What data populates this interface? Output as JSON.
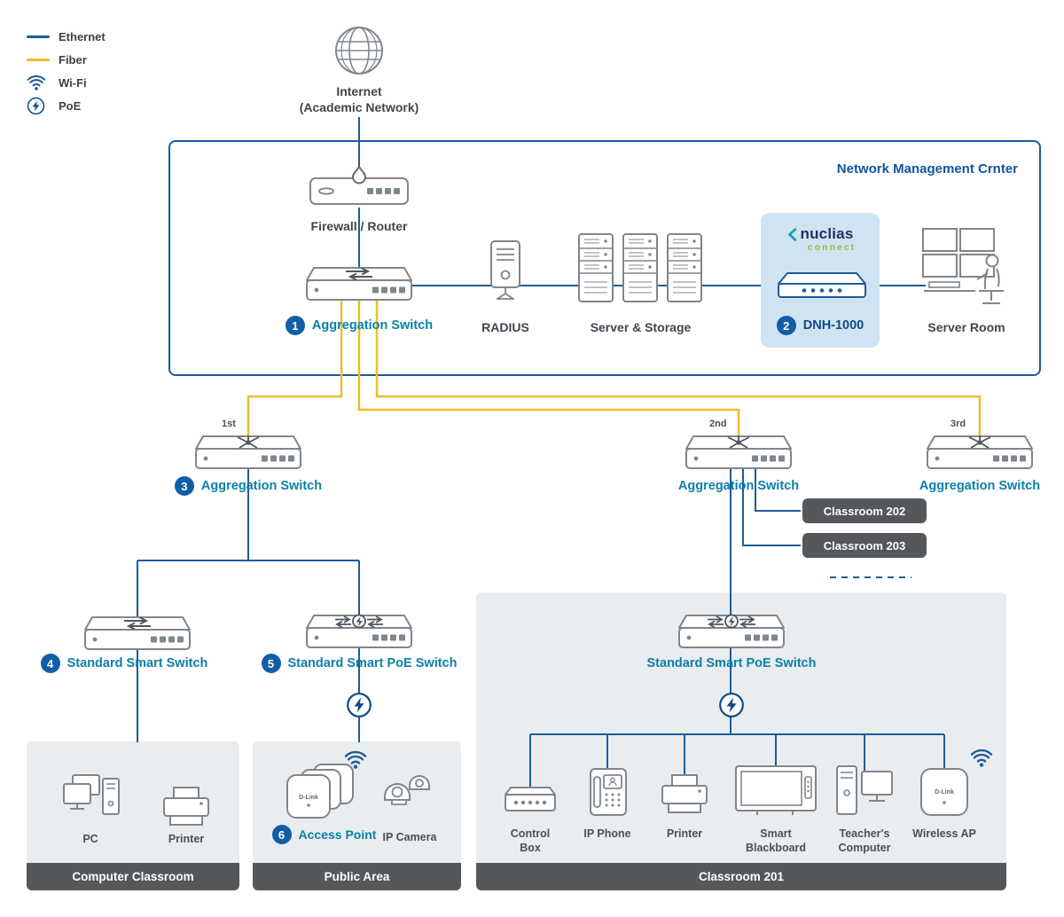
{
  "legend": {
    "items": [
      {
        "label": "Ethernet"
      },
      {
        "label": "Fiber"
      },
      {
        "label": "Wi-Fi"
      },
      {
        "label": "PoE"
      }
    ]
  },
  "internet": {
    "line1": "Internet",
    "line2": "(Academic Network)"
  },
  "nmc": {
    "title": "Network Management Crnter",
    "firewall_label": "Firewall / Router",
    "aggregation_switch": {
      "badge": "1",
      "label": "Aggregation Switch"
    },
    "radius_label": "RADIUS",
    "server_storage_label": "Server & Storage",
    "nuclias": {
      "brand": "nuclias",
      "brand_sub": "connect",
      "badge": "2",
      "label": "DNH-1000"
    },
    "server_room_label": "Server Room"
  },
  "distribution": {
    "tiers": [
      {
        "tier": "1st",
        "badge": "3",
        "label": "Aggregation Switch"
      },
      {
        "tier": "2nd",
        "label": "Aggregation Switch"
      },
      {
        "tier": "3rd",
        "label": "Aggregation Switch"
      }
    ],
    "classroom_tags": [
      "Classroom 202",
      "Classroom 203"
    ]
  },
  "edge_switches": {
    "smart": {
      "badge": "4",
      "label": "Standard Smart Switch"
    },
    "poe": {
      "badge": "5",
      "label": "Standard Smart PoE Switch"
    },
    "classroom_poe": {
      "label": "Standard Smart PoE Switch"
    }
  },
  "areas": {
    "computer_classroom": {
      "title": "Computer Classroom",
      "pc_label": "PC",
      "printer_label": "Printer"
    },
    "public_area": {
      "title": "Public Area",
      "access_point": {
        "badge": "6",
        "label": "Access Point"
      },
      "ip_camera_label": "IP Camera"
    },
    "classroom_201": {
      "title": "Classroom 201",
      "control_box_label": "Control Box",
      "ip_phone_label": "IP Phone",
      "printer_label": "Printer",
      "smart_blackboard_label": "Smart Blackboard",
      "teachers_computer_label": "Teacher's Computer",
      "wireless_ap_label": "Wireless AP"
    }
  },
  "brand": {
    "device": "D-Link"
  }
}
